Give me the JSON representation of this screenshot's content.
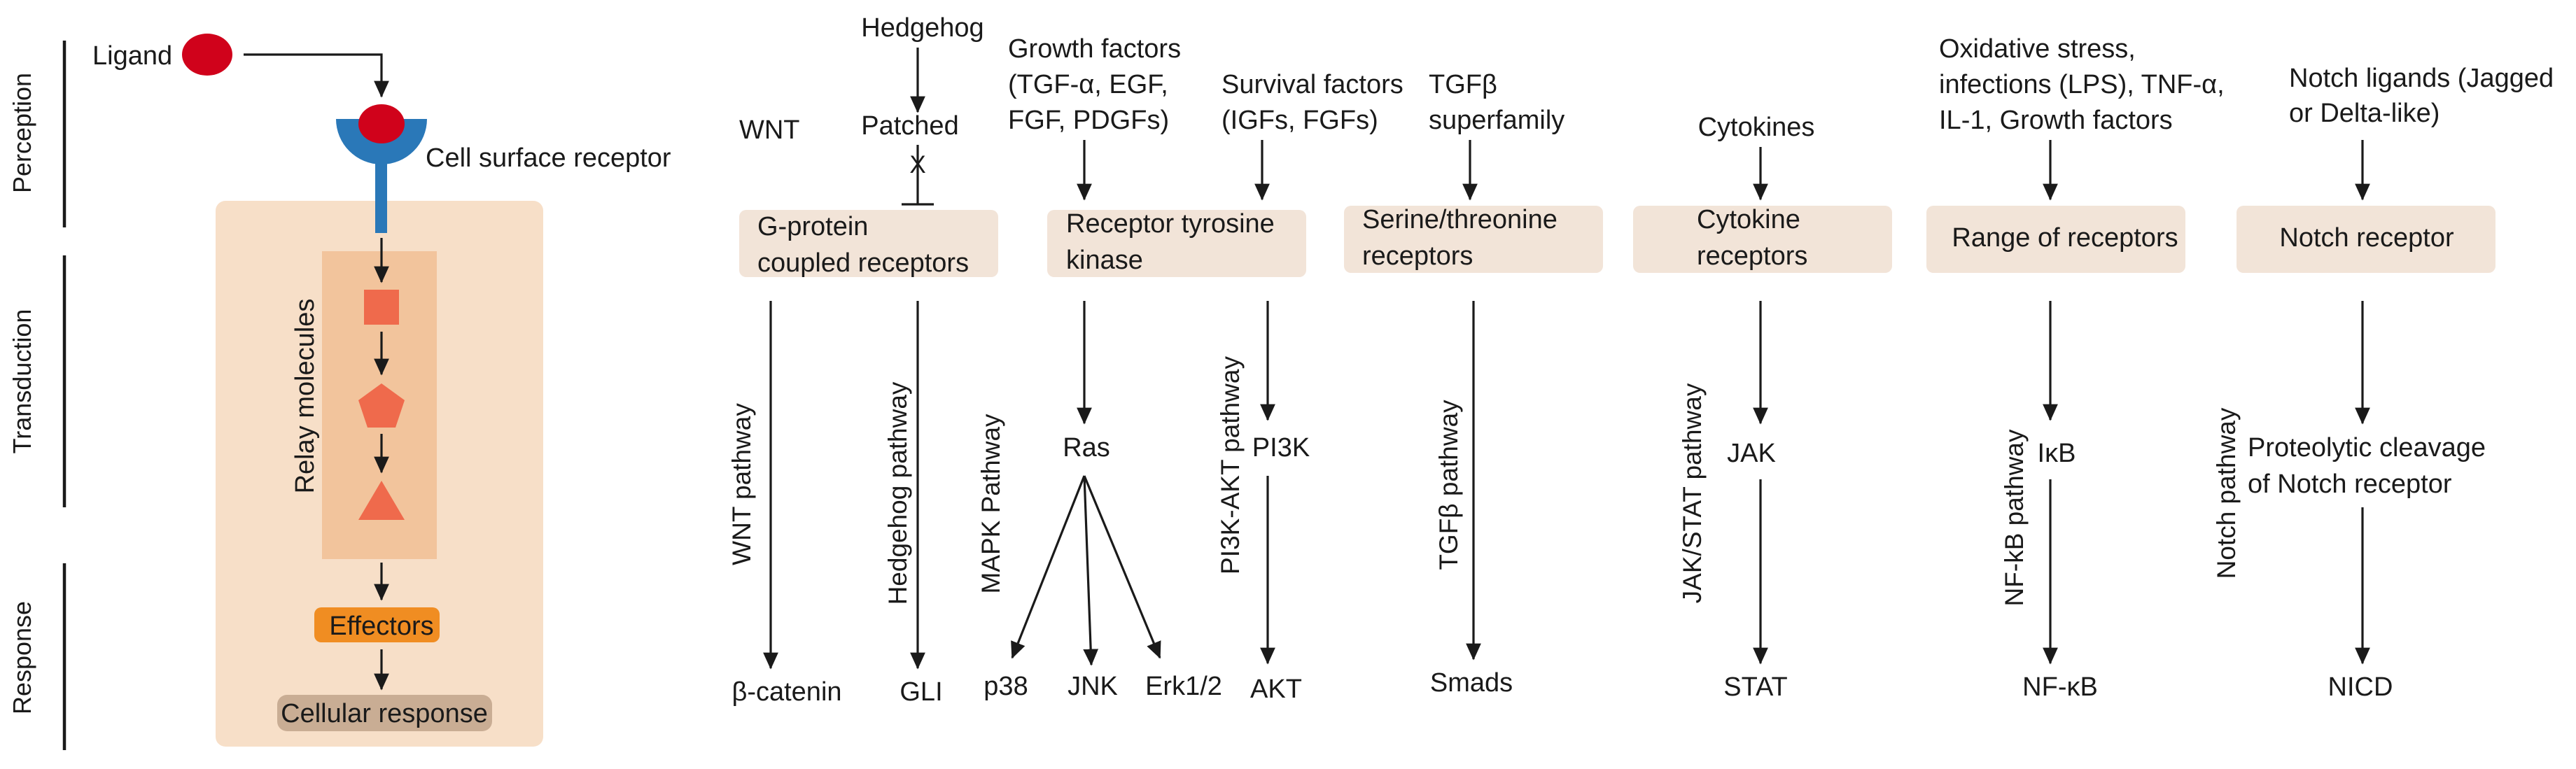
{
  "stages": {
    "perception": "Perception",
    "transduction": "Transduction",
    "response": "Response"
  },
  "overview": {
    "ligand": "Ligand",
    "receptor": "Cell surface receptor",
    "relay": "Relay molecules",
    "effectors": "Effectors",
    "cellular_response": "Cellular response"
  },
  "colors": {
    "ligand": "#d0021b",
    "receptor": "#2a78b8",
    "cell": "#f7dfc8",
    "relay_box": "#f2c49c",
    "relay_shapes": "#ef6a4c",
    "effectors": "#f08d22",
    "cellular_response": "#c9ad94",
    "receptor_box": "#f2e4d8"
  },
  "pathways": {
    "wnt": {
      "input": "WNT",
      "receptor": [
        "G-protein",
        "coupled receptors"
      ],
      "pathway": "WNT  pathway",
      "output": "β-catenin"
    },
    "hedgehog": {
      "input": "Hedgehog",
      "intermediate": "Patched",
      "block": "X",
      "pathway": "Hedgehog pathway",
      "output": "GLI"
    },
    "mapk": {
      "input": [
        "Growth factors",
        "(TGF-α, EGF,",
        "FGF, PDGFs)"
      ],
      "receptor": [
        "Receptor tyrosine",
        "kinase"
      ],
      "pathway": "MAPK Pathway",
      "intermediate": "Ras",
      "outputs": [
        "p38",
        "JNK",
        "Erk1/2"
      ]
    },
    "pi3k": {
      "input": [
        "Survival factors",
        "(IGFs, FGFs)"
      ],
      "pathway": "PI3K-AKT pathway",
      "intermediate": "PI3K",
      "output": "AKT"
    },
    "tgfb": {
      "input": [
        "TGFβ",
        "superfamily"
      ],
      "receptor": [
        "Serine/threonine",
        "receptors"
      ],
      "pathway": "TGFβ pathway",
      "output": "Smads"
    },
    "jakstat": {
      "input": "Cytokines",
      "receptor": [
        "Cytokine",
        "receptors"
      ],
      "pathway": "JAK/STAT pathway",
      "intermediate": "JAK",
      "output": "STAT"
    },
    "nfkb": {
      "input": [
        "Oxidative stress,",
        "infections (LPS), TNF-α,",
        "IL-1, Growth factors"
      ],
      "receptor": "Range of receptors",
      "pathway": "NF-kB pathway",
      "intermediate": "IκB",
      "output": "NF-κB"
    },
    "notch": {
      "input": [
        "Notch ligands (Jagged",
        "or Delta-like)"
      ],
      "receptor": "Notch receptor",
      "pathway": "Notch pathway",
      "intermediate": [
        "Proteolytic cleavage",
        "of Notch receptor"
      ],
      "output": "NICD"
    }
  }
}
